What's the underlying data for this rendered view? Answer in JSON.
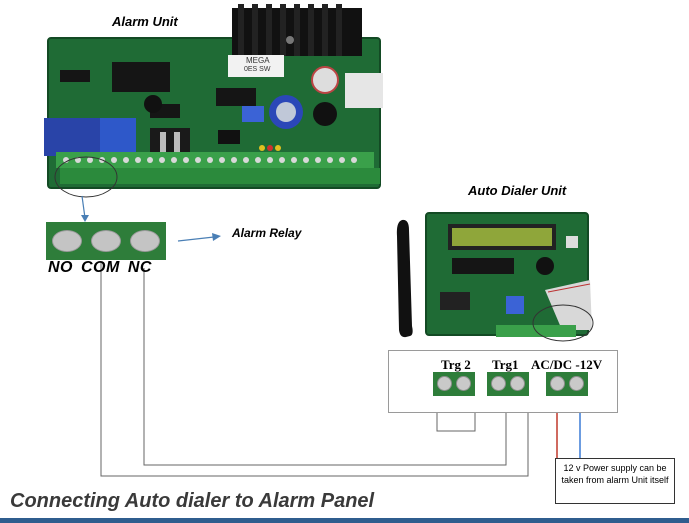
{
  "titles": {
    "alarm_unit": "Alarm Unit",
    "auto_dialer_unit": "Auto Dialer Unit",
    "alarm_relay": "Alarm Relay",
    "footer": "Connecting Auto dialer to Alarm Panel"
  },
  "relay": {
    "labels": [
      "NO",
      "COM",
      "NC"
    ]
  },
  "dialer_terminals": {
    "trg2": "Trg 2",
    "trg1": "Trg1",
    "power": "AC/DC -12V"
  },
  "board_markings": {
    "mega": "MEGA",
    "mega_sub": "0ES SW"
  },
  "note": {
    "text": "12 v Power supply can be taken from alarm Unit itself"
  },
  "colors": {
    "pcb_green": "#2e7d3a",
    "terminal_grey": "#c4c4c4",
    "arrow_blue": "#4a7fb5",
    "wire_red": "#c0392b",
    "wire_blue": "#3a7bd5",
    "footer_bar": "#2f5d8e"
  }
}
